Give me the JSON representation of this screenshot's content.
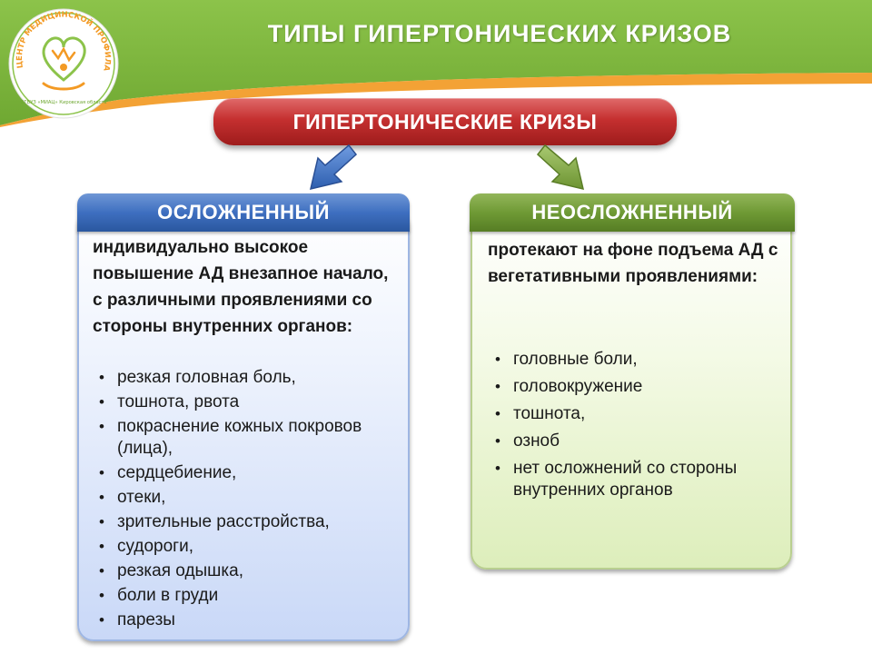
{
  "slide": {
    "title": "ТИПЫ  ГИПЕРТОНИЧЕСКИХ  КРИЗОВ"
  },
  "logo": {
    "arc_text": "ЦЕНТР МЕДИЦИНСКОЙ ПРОФИЛАКТИКИ",
    "lower_text": "ОГБУЗ «МИАЦ» Кировская область"
  },
  "main_category": {
    "label": "ГИПЕРТОНИЧЕСКИЕ КРИЗЫ"
  },
  "complicated": {
    "header": "ОСЛОЖНЕННЫЙ",
    "intro": "индивидуально высокое повышение АД внезапное начало, с различными проявлениями со стороны внутренних органов:",
    "items": [
      "резкая головная боль,",
      "тошнота, рвота",
      "покраснение кожных покровов (лица),",
      "сердцебиение,",
      "отеки,",
      "зрительные расстройства,",
      "судороги,",
      "резкая одышка,",
      "боли в груди",
      "парезы"
    ]
  },
  "uncomplicated": {
    "header": "НЕОСЛОЖНЕННЫЙ",
    "intro": "протекают на фоне подъема АД с вегетативными проявлениями:",
    "items": [
      "головные боли,",
      "головокружение",
      "тошнота,",
      "озноб",
      "нет осложнений со стороны внутренних органов"
    ]
  },
  "colors": {
    "header_green": "#7cb342",
    "header_orange": "#f0a030",
    "red_pill": "#c53030",
    "blue_tab": "#3e6fc0",
    "green_tab": "#6f9a35"
  }
}
